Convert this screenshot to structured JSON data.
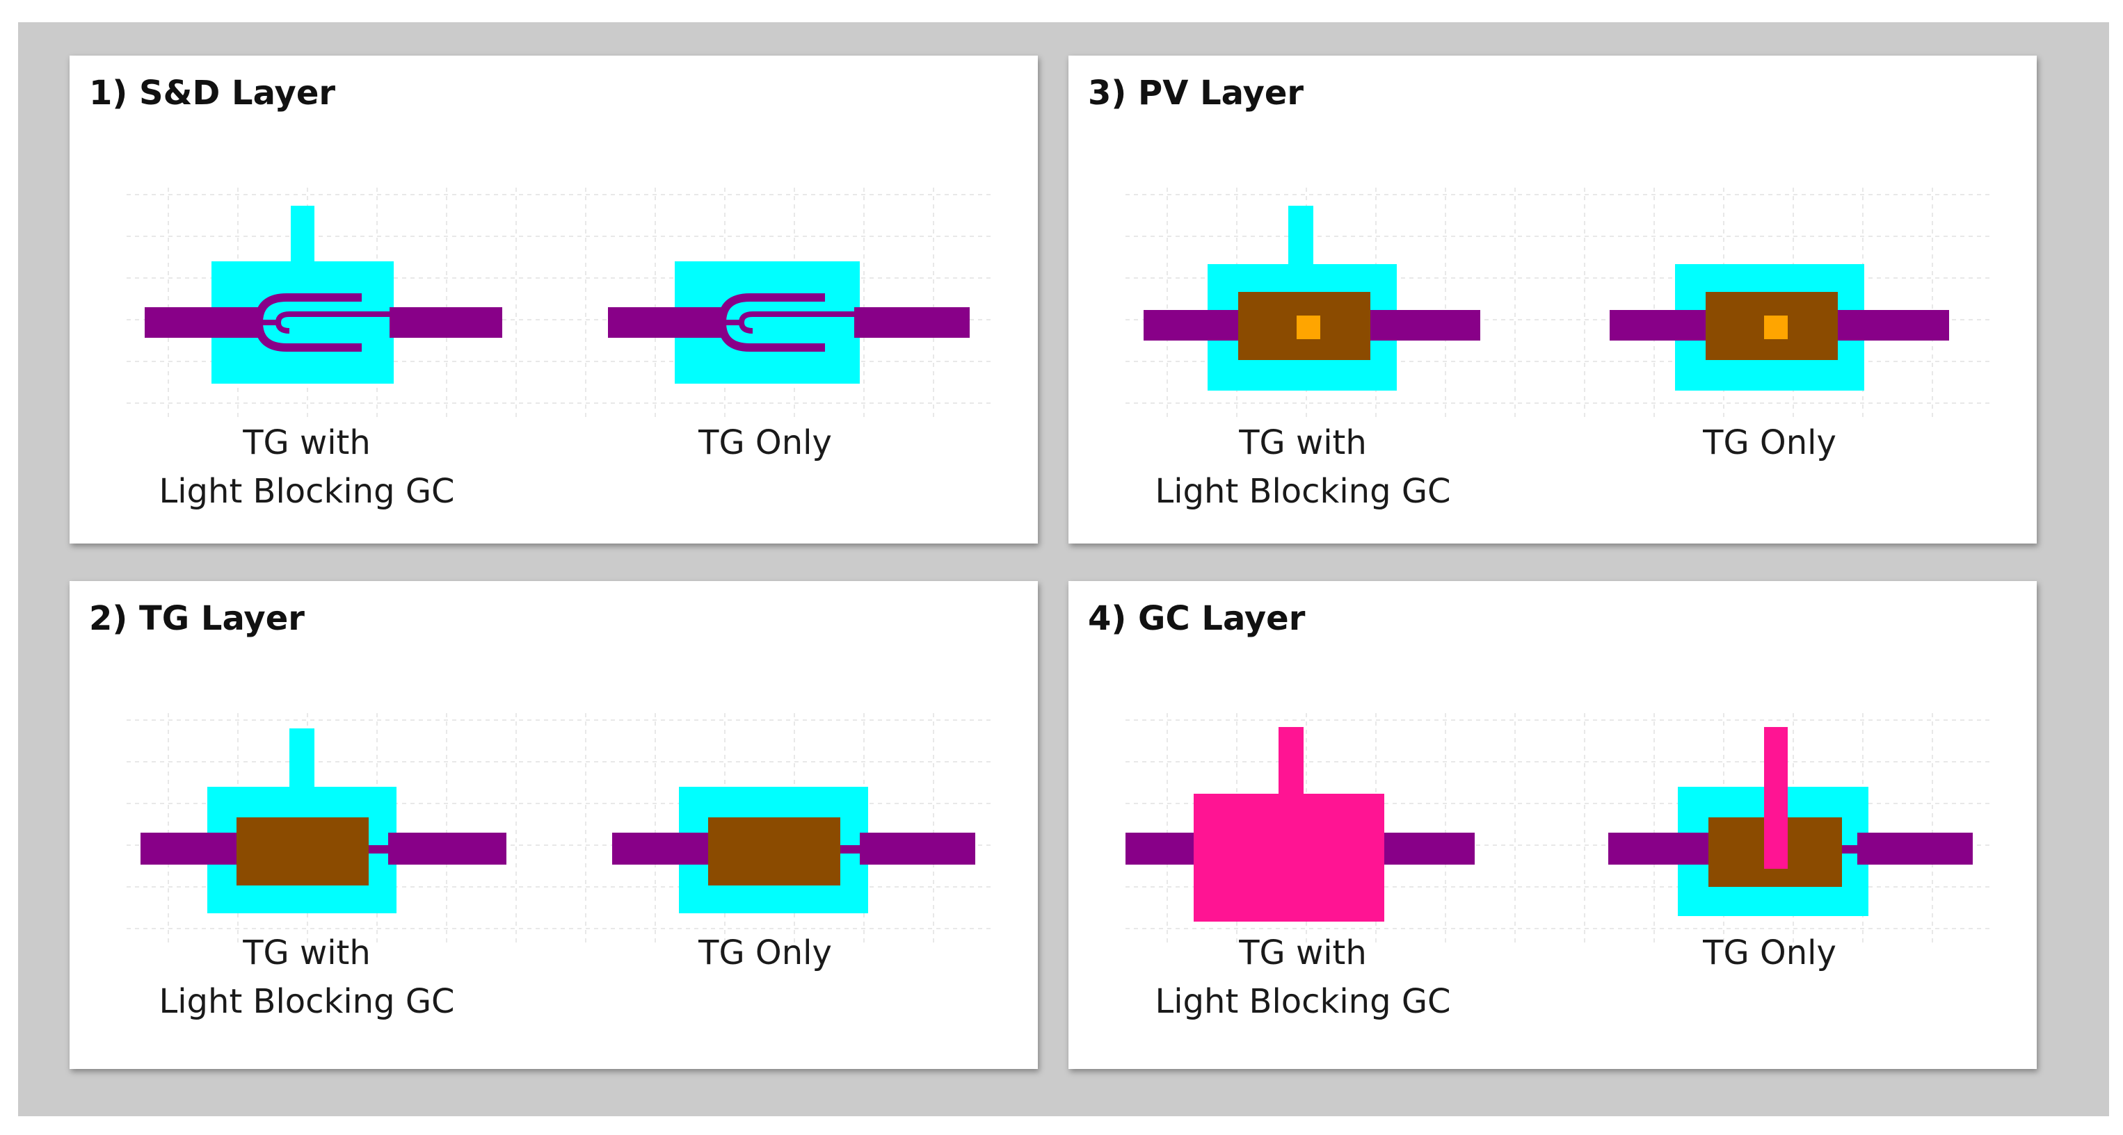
{
  "panels": [
    {
      "id": "sd",
      "title": "1) S&D Layer",
      "left_caption": [
        "TG with",
        "Light Blocking GC"
      ],
      "right_caption": [
        "TG Only"
      ]
    },
    {
      "id": "pv",
      "title": "3) PV Layer",
      "left_caption": [
        "TG with",
        "Light Blocking GC"
      ],
      "right_caption": [
        "TG Only"
      ]
    },
    {
      "id": "tg",
      "title": "2) TG Layer",
      "left_caption": [
        "TG with",
        "Light Blocking GC"
      ],
      "right_caption": [
        "TG Only"
      ]
    },
    {
      "id": "gc",
      "title": "4) GC Layer",
      "left_caption": [
        "TG with",
        "Light Blocking GC"
      ],
      "right_caption": [
        "TG Only"
      ]
    }
  ],
  "colors": {
    "frame": "#cbcbcb",
    "cyan": "#00ffff",
    "purple": "#880088",
    "brown": "#8b4b00",
    "orange": "#ffa500",
    "pink": "#ff1493",
    "grid": "#e8e8e8"
  }
}
